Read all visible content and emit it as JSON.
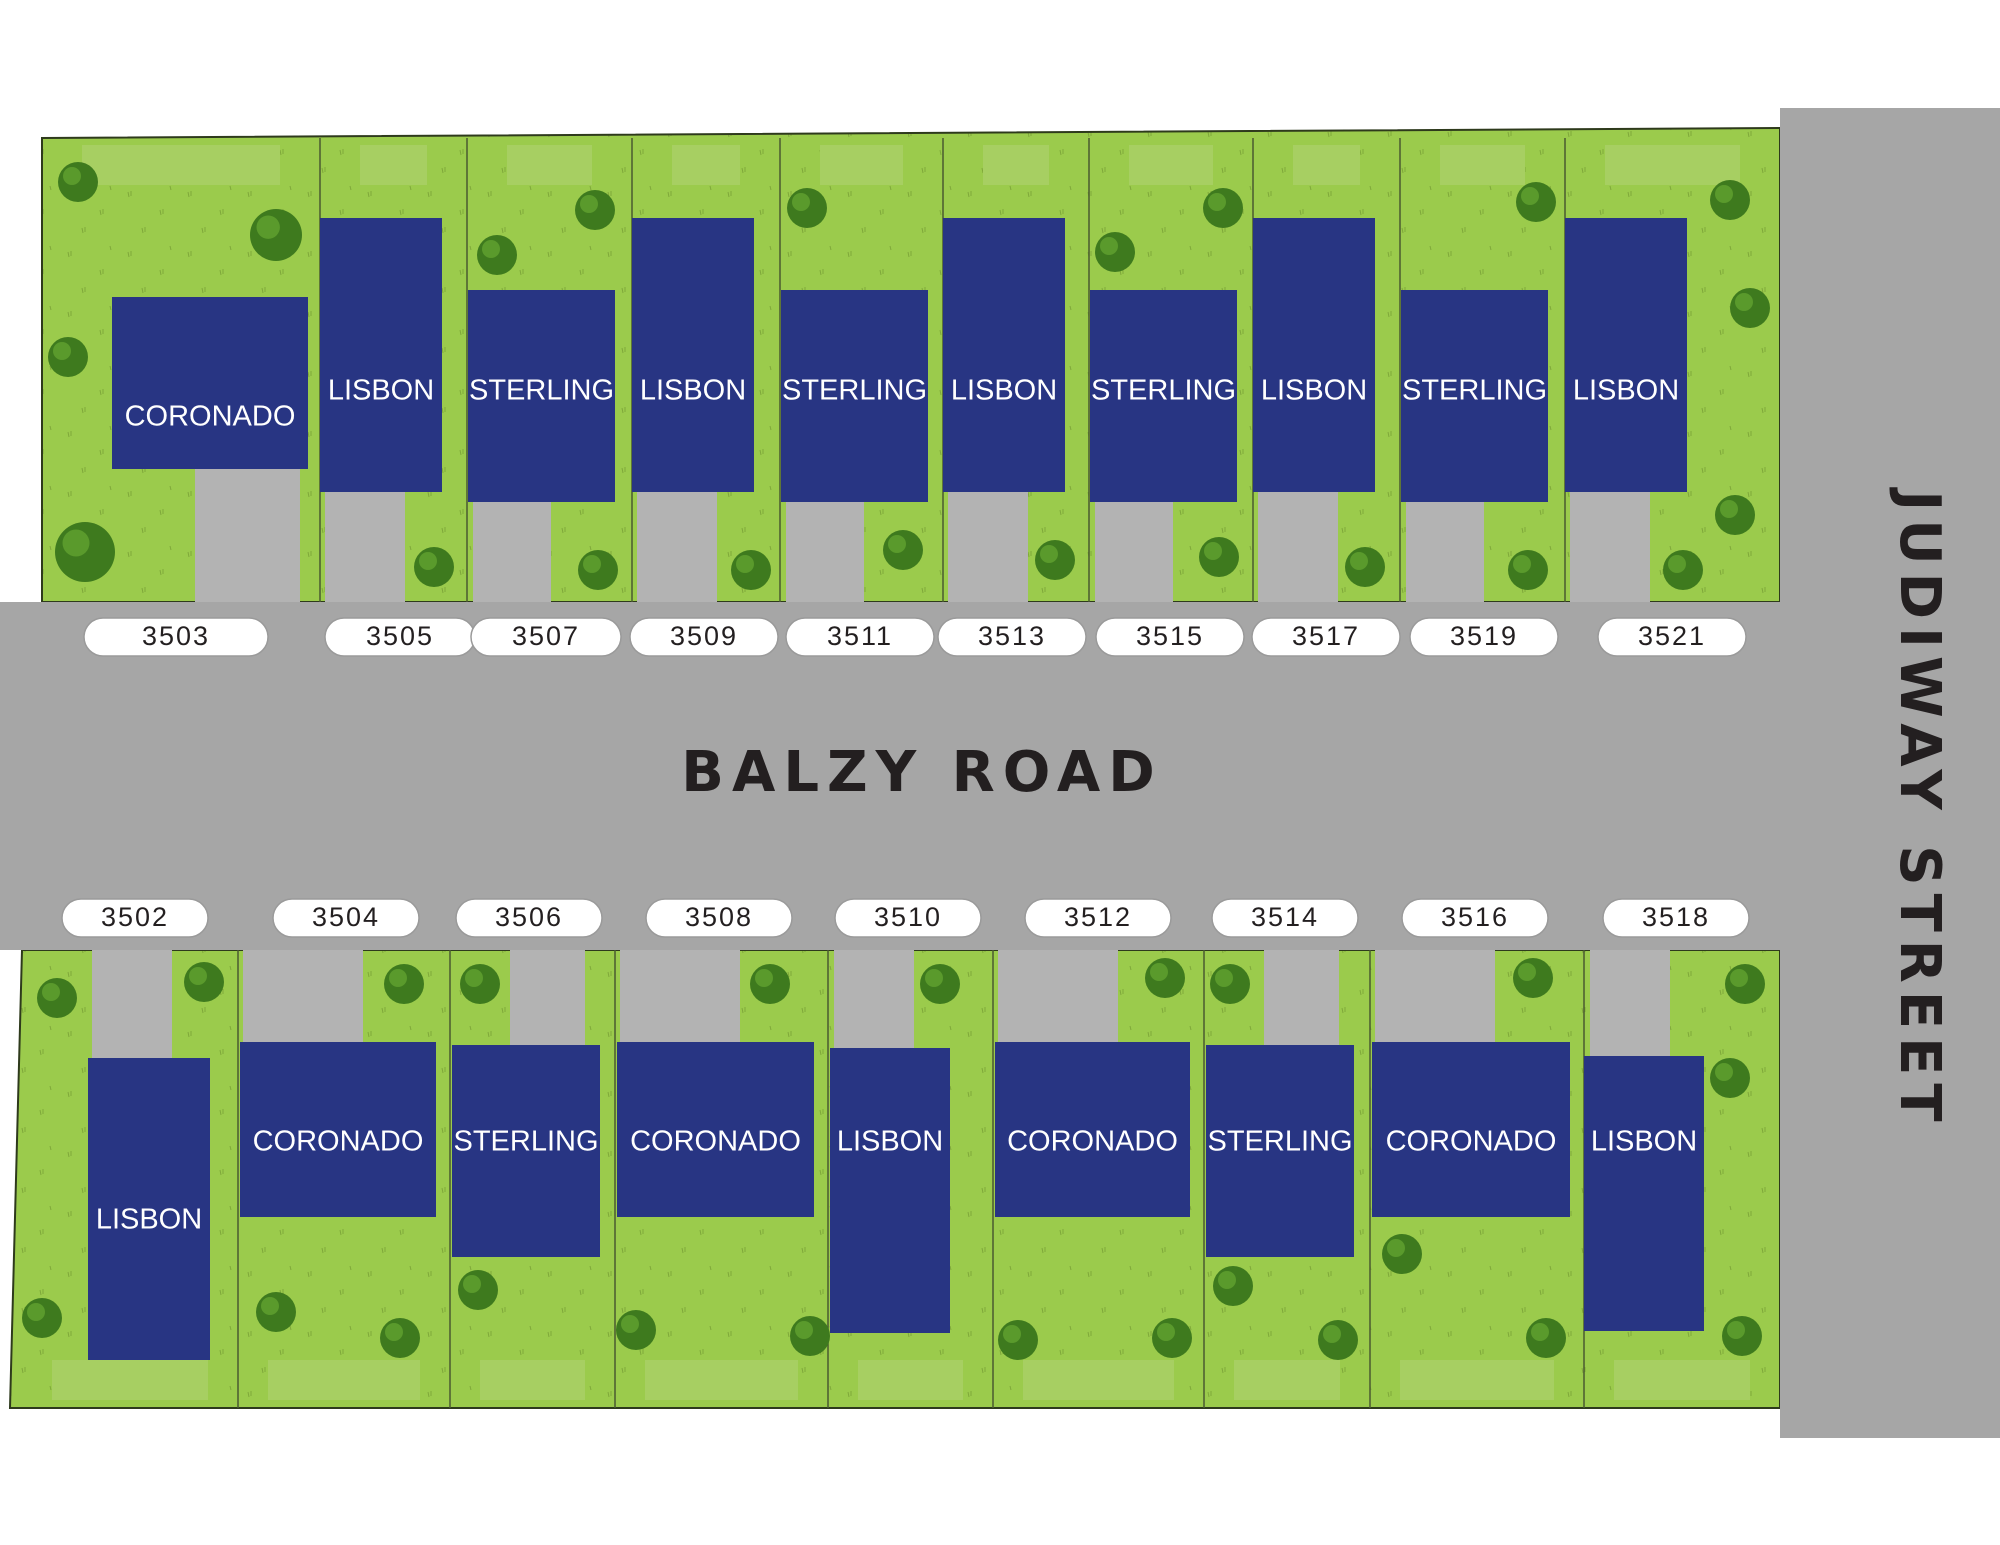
{
  "roads": {
    "main": "BALZY ROAD",
    "side": "JUDIWAY STREET"
  },
  "colors": {
    "lawn": "#9bcb4c",
    "lawn_dark": "#8fbf45",
    "house": "#283583",
    "road": "#a6a6a6",
    "driveway": "#b3b3b3",
    "tree": "#3e7a1e",
    "lot_line": "#4a5a30"
  },
  "lots_north": [
    {
      "number": "3503",
      "model": "CORONADO"
    },
    {
      "number": "3505",
      "model": "LISBON"
    },
    {
      "number": "3507",
      "model": "STERLING"
    },
    {
      "number": "3509",
      "model": "LISBON"
    },
    {
      "number": "3511",
      "model": "STERLING"
    },
    {
      "number": "3513",
      "model": "LISBON"
    },
    {
      "number": "3515",
      "model": "STERLING"
    },
    {
      "number": "3517",
      "model": "LISBON"
    },
    {
      "number": "3519",
      "model": "STERLING"
    },
    {
      "number": "3521",
      "model": "LISBON"
    }
  ],
  "lots_south": [
    {
      "number": "3502",
      "model": "LISBON"
    },
    {
      "number": "3504",
      "model": "CORONADO"
    },
    {
      "number": "3506",
      "model": "STERLING"
    },
    {
      "number": "3508",
      "model": "CORONADO"
    },
    {
      "number": "3510",
      "model": "LISBON"
    },
    {
      "number": "3512",
      "model": "CORONADO"
    },
    {
      "number": "3514",
      "model": "STERLING"
    },
    {
      "number": "3516",
      "model": "CORONADO"
    },
    {
      "number": "3518",
      "model": "LISBON"
    }
  ]
}
